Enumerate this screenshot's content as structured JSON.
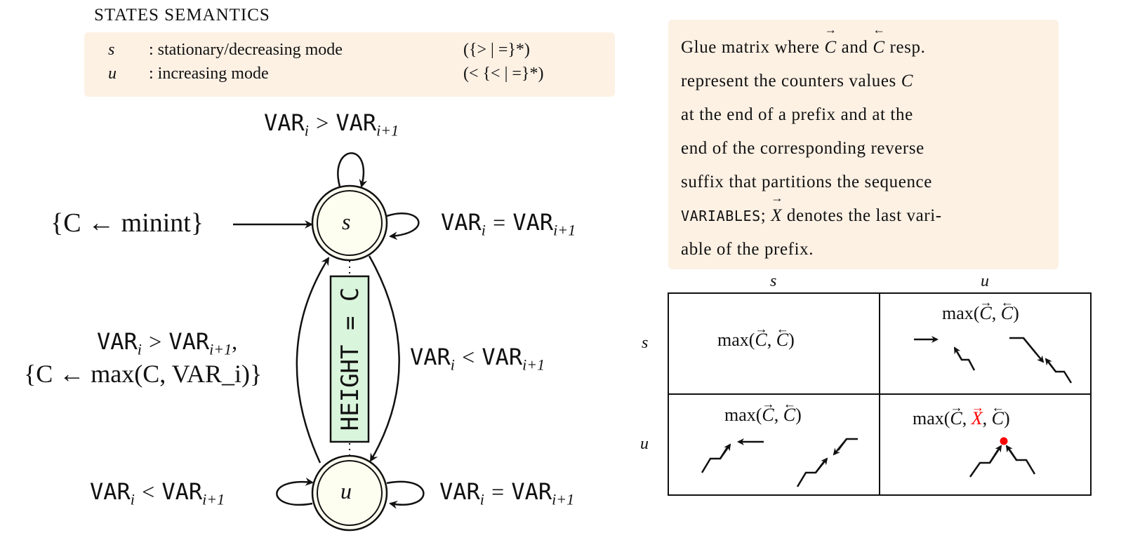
{
  "semantics": {
    "title": "STATES SEMANTICS",
    "rows": [
      {
        "state": "s",
        "mode": ": stationary/decreasing mode",
        "pattern": "({> | =}*)"
      },
      {
        "state": "u",
        "mode": ": increasing mode",
        "pattern": "(< {< | =}*)"
      }
    ]
  },
  "automaton": {
    "states": [
      "s",
      "u"
    ],
    "init_label": "{C ← minint}",
    "s_self_top": {
      "lhs": "VAR",
      "sub_l": "i",
      "op": ">",
      "rhs": "VAR",
      "sub_r": "i+1"
    },
    "s_self_right": {
      "lhs": "VAR",
      "sub_l": "i",
      "op": "=",
      "rhs": "VAR",
      "sub_r": "i+1"
    },
    "u_to_s_line1": {
      "lhs": "VAR",
      "sub_l": "i",
      "op": ">",
      "rhs": "VAR",
      "sub_r": "i+1",
      "tail": ","
    },
    "u_to_s_line2": "{C ← max(C, VAR_i)}",
    "s_to_u": {
      "lhs": "VAR",
      "sub_l": "i",
      "op": "<",
      "rhs": "VAR",
      "sub_r": "i+1"
    },
    "u_self_left": {
      "lhs": "VAR",
      "sub_l": "i",
      "op": "<",
      "rhs": "VAR",
      "sub_r": "i+1"
    },
    "u_self_right": {
      "lhs": "VAR",
      "sub_l": "i",
      "op": "=",
      "rhs": "VAR",
      "sub_r": "i+1"
    },
    "result_box": "HEIGHT = C"
  },
  "glue": {
    "description": "Glue matrix where C and C resp. represent the counters values C at the end of a prefix and at the end of the corresponding reverse suffix that partitions the sequence VARIABLES; X denotes the last variable of the prefix.",
    "lines": [
      "Glue matrix where",
      "and",
      "resp.",
      "represent the counters values",
      "at the end of a prefix and at the",
      "end of the corresponding reverse",
      "suffix that partitions the sequence",
      "VARIABLES",
      "denotes the last vari-",
      "able of the prefix."
    ],
    "symbol_C": "C",
    "symbol_X": "X",
    "col_headers": [
      "s",
      "u"
    ],
    "row_headers": [
      "s",
      "u"
    ],
    "cells": {
      "ss": "max(C, C)",
      "su": "max(C, C)",
      "us": "max(C, C)",
      "uu": "max(C, X, C)"
    },
    "colors": {
      "highlight": "#ff0000",
      "panel": "#fdf1e4",
      "state_fill": "#fdfdf0",
      "result_fill": "#d9f5dc"
    }
  }
}
